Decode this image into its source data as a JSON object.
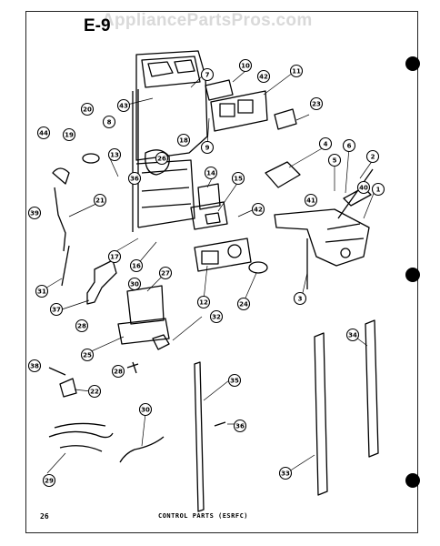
{
  "watermark": "AppliancePartsPros.com",
  "page_id": "E-9",
  "page_number": "26",
  "caption": "CONTROL PARTS (ESRFC)",
  "callouts": [
    "1",
    "2",
    "3",
    "4",
    "5",
    "6",
    "7",
    "8",
    "9",
    "10",
    "11",
    "12",
    "13",
    "14",
    "15",
    "16",
    "17",
    "18",
    "19",
    "20",
    "21",
    "22",
    "23",
    "24",
    "25",
    "26",
    "27",
    "28",
    "28",
    "29",
    "30",
    "30",
    "31",
    "32",
    "33",
    "34",
    "35",
    "36",
    "36",
    "37",
    "38",
    "39",
    "40",
    "41",
    "42",
    "42",
    "43",
    "44"
  ]
}
